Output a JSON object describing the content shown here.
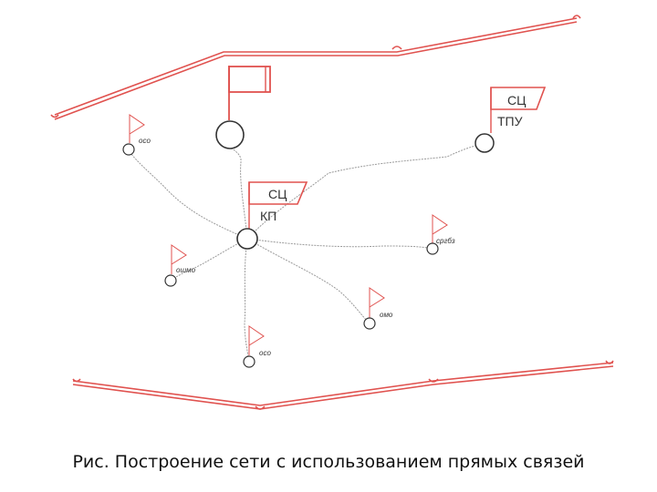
{
  "caption": "Рис. Построение сети с использованием прямых связей",
  "nodes": {
    "tpu": {
      "flag_label": "СЦ",
      "label": "ТПУ"
    },
    "kp": {
      "flag_label": "СЦ",
      "label": "КП"
    },
    "oso_top": {
      "label": "осо"
    },
    "oso_bottom": {
      "label": "осо"
    },
    "srgbz": {
      "label": "сргбз"
    },
    "oshmo": {
      "label": "ошмо"
    },
    "omo": {
      "label": "омо"
    }
  },
  "colors": {
    "boundary": "#e0524f",
    "flag": "#e0524f",
    "link": "#9a9a9a",
    "node": "#333333",
    "text": "#333333"
  }
}
